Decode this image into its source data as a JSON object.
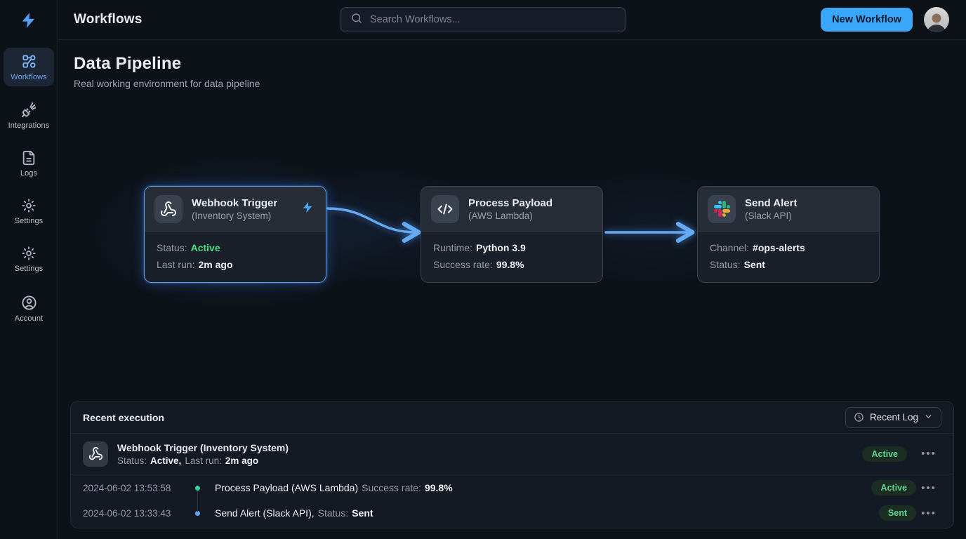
{
  "colors": {
    "accent_blue": "#3ba7fa",
    "node_highlight_border": "#5a9cf0",
    "arrow_blue": "#66abf2",
    "status_green": "#4ade80",
    "badge_green_bg": "#1c2d24",
    "badge_green_text": "#5fd88f",
    "background": "#0d1219"
  },
  "topbar": {
    "title": "Workflows",
    "search_placeholder": "Search Workflows...",
    "new_workflow_label": "New Workflow"
  },
  "sidebar": {
    "items": [
      {
        "label": "Workflows",
        "icon": "workflow-nodes-icon",
        "active": true
      },
      {
        "label": "Integrations",
        "icon": "plug-spark-icon",
        "active": false
      },
      {
        "label": "Logs",
        "icon": "document-icon",
        "active": false
      },
      {
        "label": "Settings",
        "icon": "gear-icon",
        "active": false
      }
    ],
    "bottom_items": [
      {
        "label": "Settings",
        "icon": "gear-icon"
      },
      {
        "label": "Account",
        "icon": "user-circle-icon"
      }
    ]
  },
  "page": {
    "title": "Data Pipeline",
    "subtitle": "Real working environment for data pipeline"
  },
  "nodes": [
    {
      "title": "Webhook Trigger",
      "subtitle": "(Inventory System)",
      "icon": "webhook-icon",
      "highlighted": true,
      "fields": [
        {
          "label": "Status:",
          "value": "Active"
        },
        {
          "label": "Last run:",
          "value": "2m ago"
        }
      ]
    },
    {
      "title": "Process Payload",
      "subtitle": "(AWS Lambda)",
      "icon": "code-icon",
      "highlighted": false,
      "fields": [
        {
          "label": "Runtime:",
          "value": "Python 3.9"
        },
        {
          "label": "Success rate:",
          "value": "99.8%"
        }
      ]
    },
    {
      "title": "Send Alert",
      "subtitle": "(Slack API)",
      "icon": "slack-icon",
      "highlighted": false,
      "fields": [
        {
          "label": "Channel:",
          "value": "#ops-alerts"
        },
        {
          "label": "Status:",
          "value": "Sent"
        }
      ]
    }
  ],
  "log_panel": {
    "title": "Recent execution",
    "filter_label": "Recent Log",
    "featured": {
      "title": "Webhook Trigger (Inventory System)",
      "status_label": "Status:",
      "status_value": "Active,",
      "lastrun_label": "Last run:",
      "lastrun_value": "2m ago",
      "badge": "Active"
    },
    "rows": [
      {
        "time": "2024-06-02 13:53:58",
        "dot_color": "green",
        "text": "Process Payload (AWS Lambda)",
        "suffix_label": "Success rate:",
        "suffix_value": "99.8%",
        "badge": "Active"
      },
      {
        "time": "2024-06-02 13:33:43",
        "dot_color": "blue",
        "text": "Send Alert (Slack API),",
        "suffix_label": "Status:",
        "suffix_value": "Sent",
        "badge": "Sent"
      }
    ]
  }
}
